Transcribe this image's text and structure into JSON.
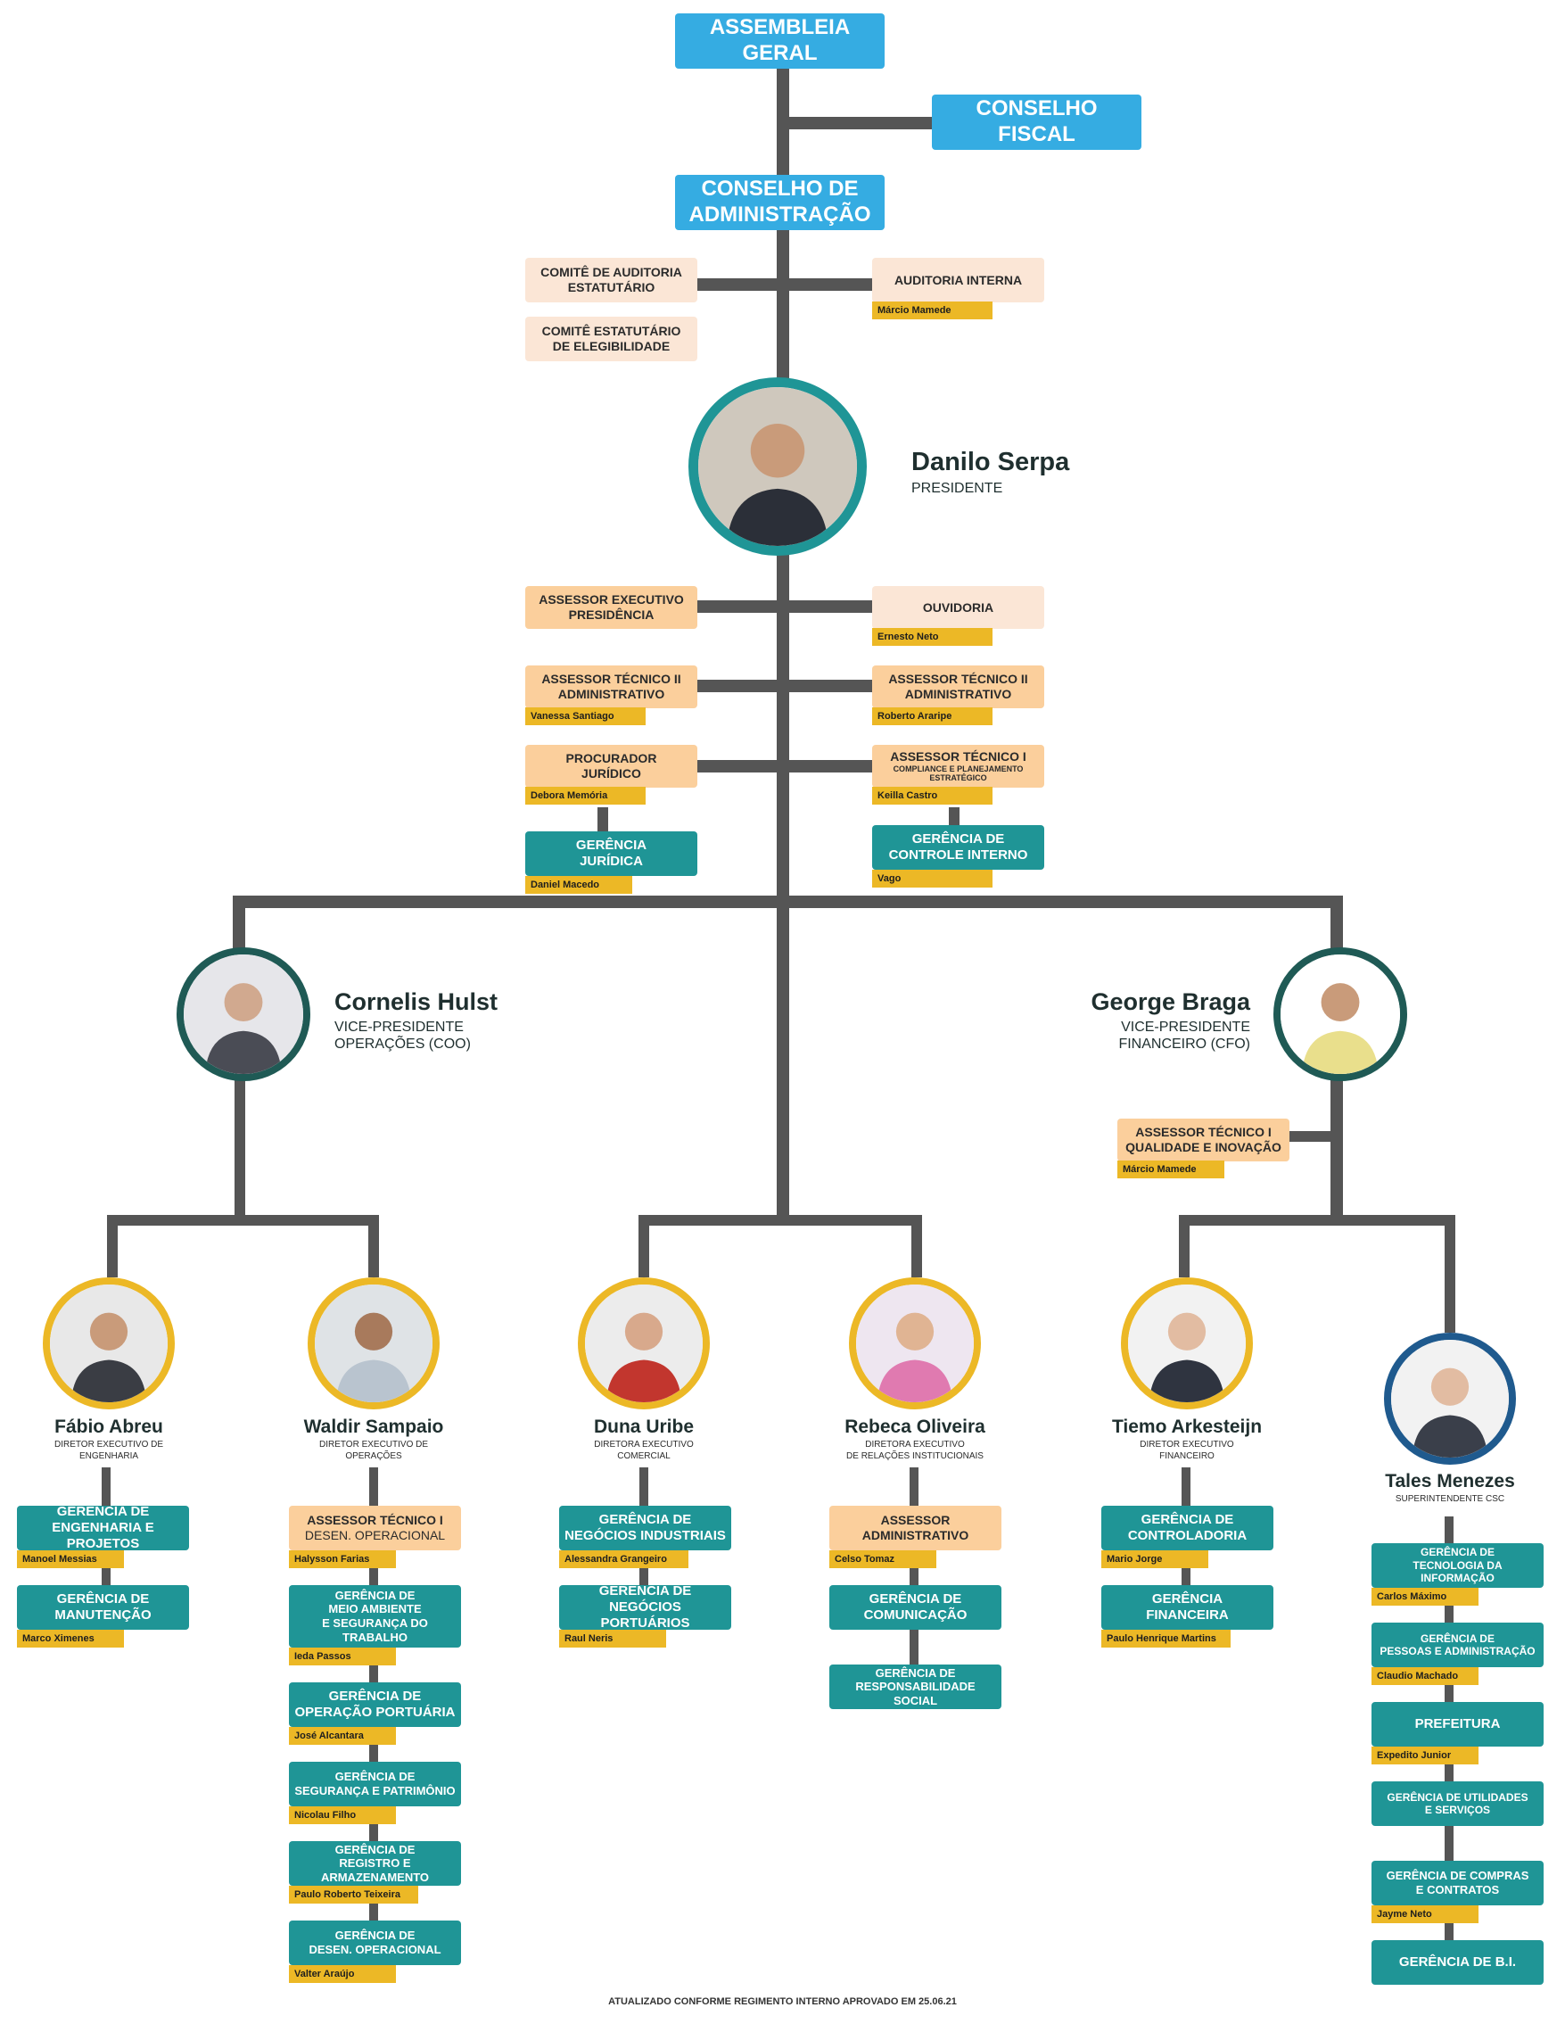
{
  "colors": {
    "board": "#35ace2",
    "committee": "#fbe6d6",
    "advisor": "#fbcf9c",
    "management": "#1f9596",
    "holder": "#ecb826",
    "connector": "#555555",
    "ring_vp": "#1f5a55",
    "ring_director": "#ecb826",
    "ring_superintendent": "#1f5a8e"
  },
  "governance": {
    "assembleia": "ASSEMBLEIA\nGERAL",
    "conselho_fiscal": "CONSELHO\nFISCAL",
    "conselho_adm": "CONSELHO DE\nADMINISTRAÇÃO",
    "comite_auditoria": "COMITÊ DE AUDITORIA\nESTATUTÁRIO",
    "comite_elegibilidade": "COMITÊ ESTATUTÁRIO\nDE ELEGIBILIDADE",
    "auditoria_interna": "AUDITORIA INTERNA",
    "auditoria_interna_holder": "Márcio Mamede"
  },
  "president": {
    "name": "Danilo Serpa",
    "title": "PRESIDENTE",
    "photo": "photo-icon"
  },
  "presidency_units": {
    "assessor_exec": "ASSESSOR EXECUTIVO\nPRESIDÊNCIA",
    "ouvidoria": "OUVIDORIA",
    "ouvidoria_holder": "Ernesto Neto",
    "assessor_adm_left": "ASSESSOR TÉCNICO II\nADMINISTRATIVO",
    "assessor_adm_left_holder": "Vanessa Santiago",
    "assessor_adm_right": "ASSESSOR TÉCNICO II\nADMINISTRATIVO",
    "assessor_adm_right_holder": "Roberto Araripe",
    "procurador": "PROCURADOR\nJURÍDICO",
    "procurador_holder": "Debora Memória",
    "assessor_compliance": "ASSESSOR TÉCNICO I",
    "assessor_compliance_sub": "COMPLIANCE E PLANEJAMENTO\nESTRATÉGICO",
    "assessor_compliance_holder": "Keilla Castro",
    "gerencia_juridica": "GERÊNCIA\nJURÍDICA",
    "gerencia_juridica_holder": "Daniel Macedo",
    "gerencia_controle": "GERÊNCIA DE\nCONTROLE INTERNO",
    "gerencia_controle_holder": "Vago"
  },
  "vp_operacoes": {
    "name": "Cornelis Hulst",
    "title": "VICE-PRESIDENTE\nOPERAÇÕES (COO)"
  },
  "vp_financeiro": {
    "name": "George Braga",
    "title": "VICE-PRESIDENTE\nFINANCEIRO (CFO)",
    "assessor": "ASSESSOR TÉCNICO I\nQUALIDADE E INOVAÇÃO",
    "assessor_holder": "Márcio Mamede"
  },
  "directors": {
    "fabio": {
      "name": "Fábio Abreu",
      "title": "DIRETOR EXECUTIVO DE\nENGENHARIA",
      "units": [
        {
          "label": "GERÊNCIA DE\nENGENHARIA E PROJETOS",
          "holder": "Manoel Messias"
        },
        {
          "label": "GERÊNCIA DE\nMANUTENÇÃO",
          "holder": "Marco Ximenes"
        }
      ]
    },
    "waldir": {
      "name": "Waldir Sampaio",
      "title": "DIRETOR EXECUTIVO DE\nOPERAÇÕES",
      "assessor": "ASSESSOR  TÉCNICO I",
      "assessor_sub": "DESEN. OPERACIONAL",
      "assessor_holder": "Halysson Farias",
      "units": [
        {
          "label": "GERÊNCIA DE\nMEIO AMBIENTE\nE SEGURANÇA DO TRABALHO",
          "holder": "Ieda Passos"
        },
        {
          "label": "GERÊNCIA DE\nOPERAÇÃO PORTUÁRIA",
          "holder": "José Alcantara"
        },
        {
          "label": "GERÊNCIA DE\nSEGURANÇA E PATRIMÔNIO",
          "holder": "Nicolau Filho"
        },
        {
          "label": "GERÊNCIA DE\nREGISTRO E ARMAZENAMENTO",
          "holder": "Paulo Roberto Teixeira"
        },
        {
          "label": "GERÊNCIA DE\nDESEN. OPERACIONAL",
          "holder": "Valter Araújo"
        }
      ]
    },
    "duna": {
      "name": "Duna Uribe",
      "title": "DIRETORA EXECUTIVO\nCOMERCIAL",
      "units": [
        {
          "label": "GERÊNCIA DE\nNEGÓCIOS INDUSTRIAIS",
          "holder": "Alessandra Grangeiro"
        },
        {
          "label": "GERÊNCIA DE\nNEGÓCIOS PORTUÁRIOS",
          "holder": "Raul Neris"
        }
      ]
    },
    "rebeca": {
      "name": "Rebeca Oliveira",
      "title": "DIRETORA EXECUTIVO\nDE RELAÇÕES INSTITUCIONAIS",
      "assessor": "ASSESSOR\nADMINISTRATIVO",
      "assessor_holder": "Celso Tomaz",
      "units": [
        {
          "label": "GERÊNCIA DE\nCOMUNICAÇÃO"
        },
        {
          "label": "GERÊNCIA DE\nRESPONSABILIDADE SOCIAL"
        }
      ]
    },
    "tiemo": {
      "name": "Tiemo Arkesteijn",
      "title": "DIRETOR EXECUTIVO\nFINANCEIRO",
      "units": [
        {
          "label": "GERÊNCIA DE\nCONTROLADORIA",
          "holder": "Mario Jorge"
        },
        {
          "label": "GERÊNCIA\nFINANCEIRA",
          "holder": "Paulo Henrique Martins"
        }
      ]
    },
    "tales": {
      "name": "Tales Menezes",
      "title": "SUPERINTENDENTE CSC",
      "units": [
        {
          "label": "GERÊNCIA DE\nTECNOLOGIA DA INFORMAÇÃO",
          "holder": "Carlos Máximo"
        },
        {
          "label": "GERÊNCIA DE\nPESSOAS E ADMINISTRAÇÃO",
          "holder": "Claudio Machado"
        },
        {
          "label": "PREFEITURA",
          "holder": "Expedito Junior"
        },
        {
          "label": "GERÊNCIA DE UTILIDADES\nE SERVIÇOS"
        },
        {
          "label": "GERÊNCIA DE COMPRAS\nE CONTRATOS",
          "holder": "Jayme Neto"
        },
        {
          "label": "GERÊNCIA DE B.I."
        }
      ]
    }
  },
  "footer": "ATUALIZADO CONFORME REGIMENTO INTERNO APROVADO EM 25.06.21"
}
